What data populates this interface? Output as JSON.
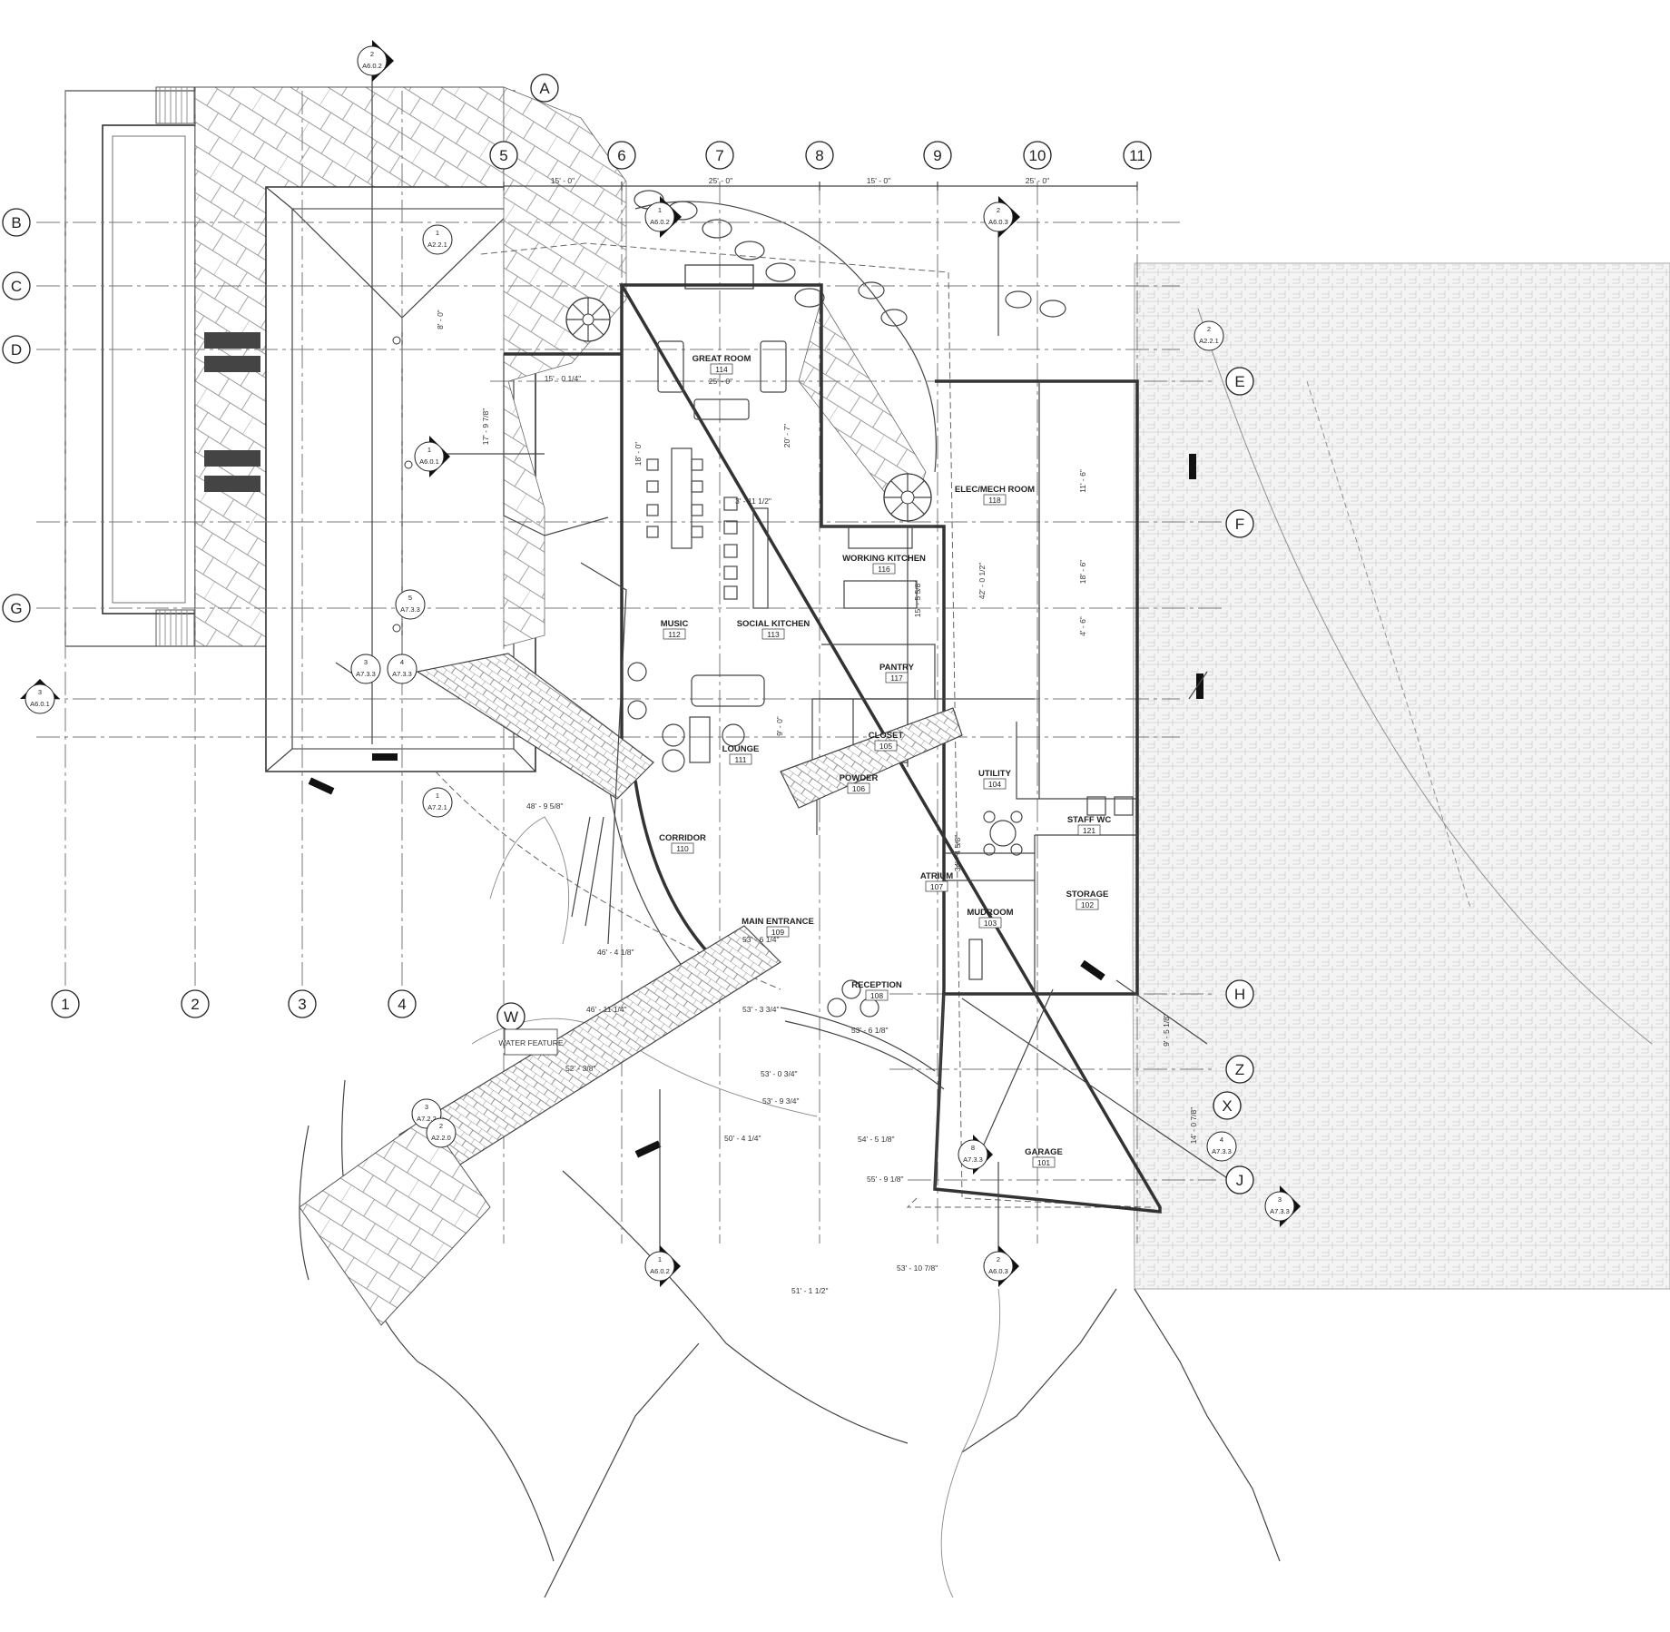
{
  "grid_columns": [
    "1",
    "2",
    "3",
    "4",
    "5",
    "6",
    "7",
    "8",
    "9",
    "10",
    "11"
  ],
  "grid_rows": [
    "A",
    "B",
    "C",
    "D",
    "E",
    "F",
    "G",
    "H",
    "Z",
    "X",
    "J",
    "W"
  ],
  "column_dimensions": [
    "15' - 0\"",
    "25' - 0\"",
    "15' - 0\"",
    "25' - 0\""
  ],
  "rooms": [
    {
      "name": "GREAT ROOM",
      "number": "114"
    },
    {
      "name": "MUSIC",
      "number": "112"
    },
    {
      "name": "SOCIAL KITCHEN",
      "number": "113"
    },
    {
      "name": "LOUNGE",
      "number": "111"
    },
    {
      "name": "CORRIDOR",
      "number": "110"
    },
    {
      "name": "MAIN ENTRANCE",
      "number": "109"
    },
    {
      "name": "RECEPTION",
      "number": "108"
    },
    {
      "name": "WORKING KITCHEN",
      "number": "116"
    },
    {
      "name": "PANTRY",
      "number": "117"
    },
    {
      "name": "CLOSET",
      "number": "105"
    },
    {
      "name": "POWDER",
      "number": "106"
    },
    {
      "name": "ELEC/MECH ROOM",
      "number": "118"
    },
    {
      "name": "UTILITY",
      "number": "104"
    },
    {
      "name": "STAFF WC",
      "number": "121"
    },
    {
      "name": "ATRIUM",
      "number": "107"
    },
    {
      "name": "MUDROOM",
      "number": "103"
    },
    {
      "name": "STORAGE",
      "number": "102"
    },
    {
      "name": "GARAGE",
      "number": "101"
    }
  ],
  "water_feature": "WATER FEATURE",
  "section_tags": [
    {
      "n": "2",
      "ref": "A6.0.2"
    },
    {
      "n": "1",
      "ref": "A6.0.2"
    },
    {
      "n": "2",
      "ref": "A6.0.3"
    },
    {
      "n": "1",
      "ref": "A2.2.1"
    },
    {
      "n": "2",
      "ref": "A2.2.1"
    },
    {
      "n": "1",
      "ref": "A6.0.1"
    },
    {
      "n": "3",
      "ref": "A6.0.1"
    },
    {
      "n": "5",
      "ref": "A7.3.3"
    },
    {
      "n": "3",
      "ref": "A7.3.3"
    },
    {
      "n": "4",
      "ref": "A7.3.3"
    },
    {
      "n": "1",
      "ref": "A7.2.1"
    },
    {
      "n": "3",
      "ref": "A7.2.2"
    },
    {
      "n": "2",
      "ref": "A2.2.0"
    },
    {
      "n": "8",
      "ref": "A7.3.3"
    },
    {
      "n": "1",
      "ref": "A6.0.2"
    },
    {
      "n": "2",
      "ref": "A6.0.3"
    },
    {
      "n": "4",
      "ref": "A7.3.3"
    },
    {
      "n": "3",
      "ref": "A7.3.3"
    }
  ],
  "dimensions": [
    "8' - 0\"",
    "15' - 0 1/4\"",
    "17' - 9 7/8\"",
    "25' - 0\"",
    "18' - 0\"",
    "20' - 7\"",
    "3' - 11 1/2\"",
    "42' - 0 1/2\"",
    "11' - 6\"",
    "18' - 6\"",
    "4' - 6\"",
    "9' - 0\"",
    "34' - 4 5/8\"",
    "15' - 5 5/8\"",
    "9' - 5 1/8\"",
    "14' - 0 7/8\""
  ],
  "spot_elevations": [
    "48' - 9 5/8\"",
    "46' - 4 1/8\"",
    "46' - 11 1/4\"",
    "52' - 3/8\"",
    "53' - 6 1/4\"",
    "53' - 3 3/4\"",
    "53' - 6 1/8\"",
    "53' - 0 3/4\"",
    "53' - 9 3/4\"",
    "50' - 4 1/4\"",
    "54' - 5 1/8\"",
    "55' - 9 1/8\"",
    "53' - 10 7/8\"",
    "51' - 1 1/2\""
  ]
}
